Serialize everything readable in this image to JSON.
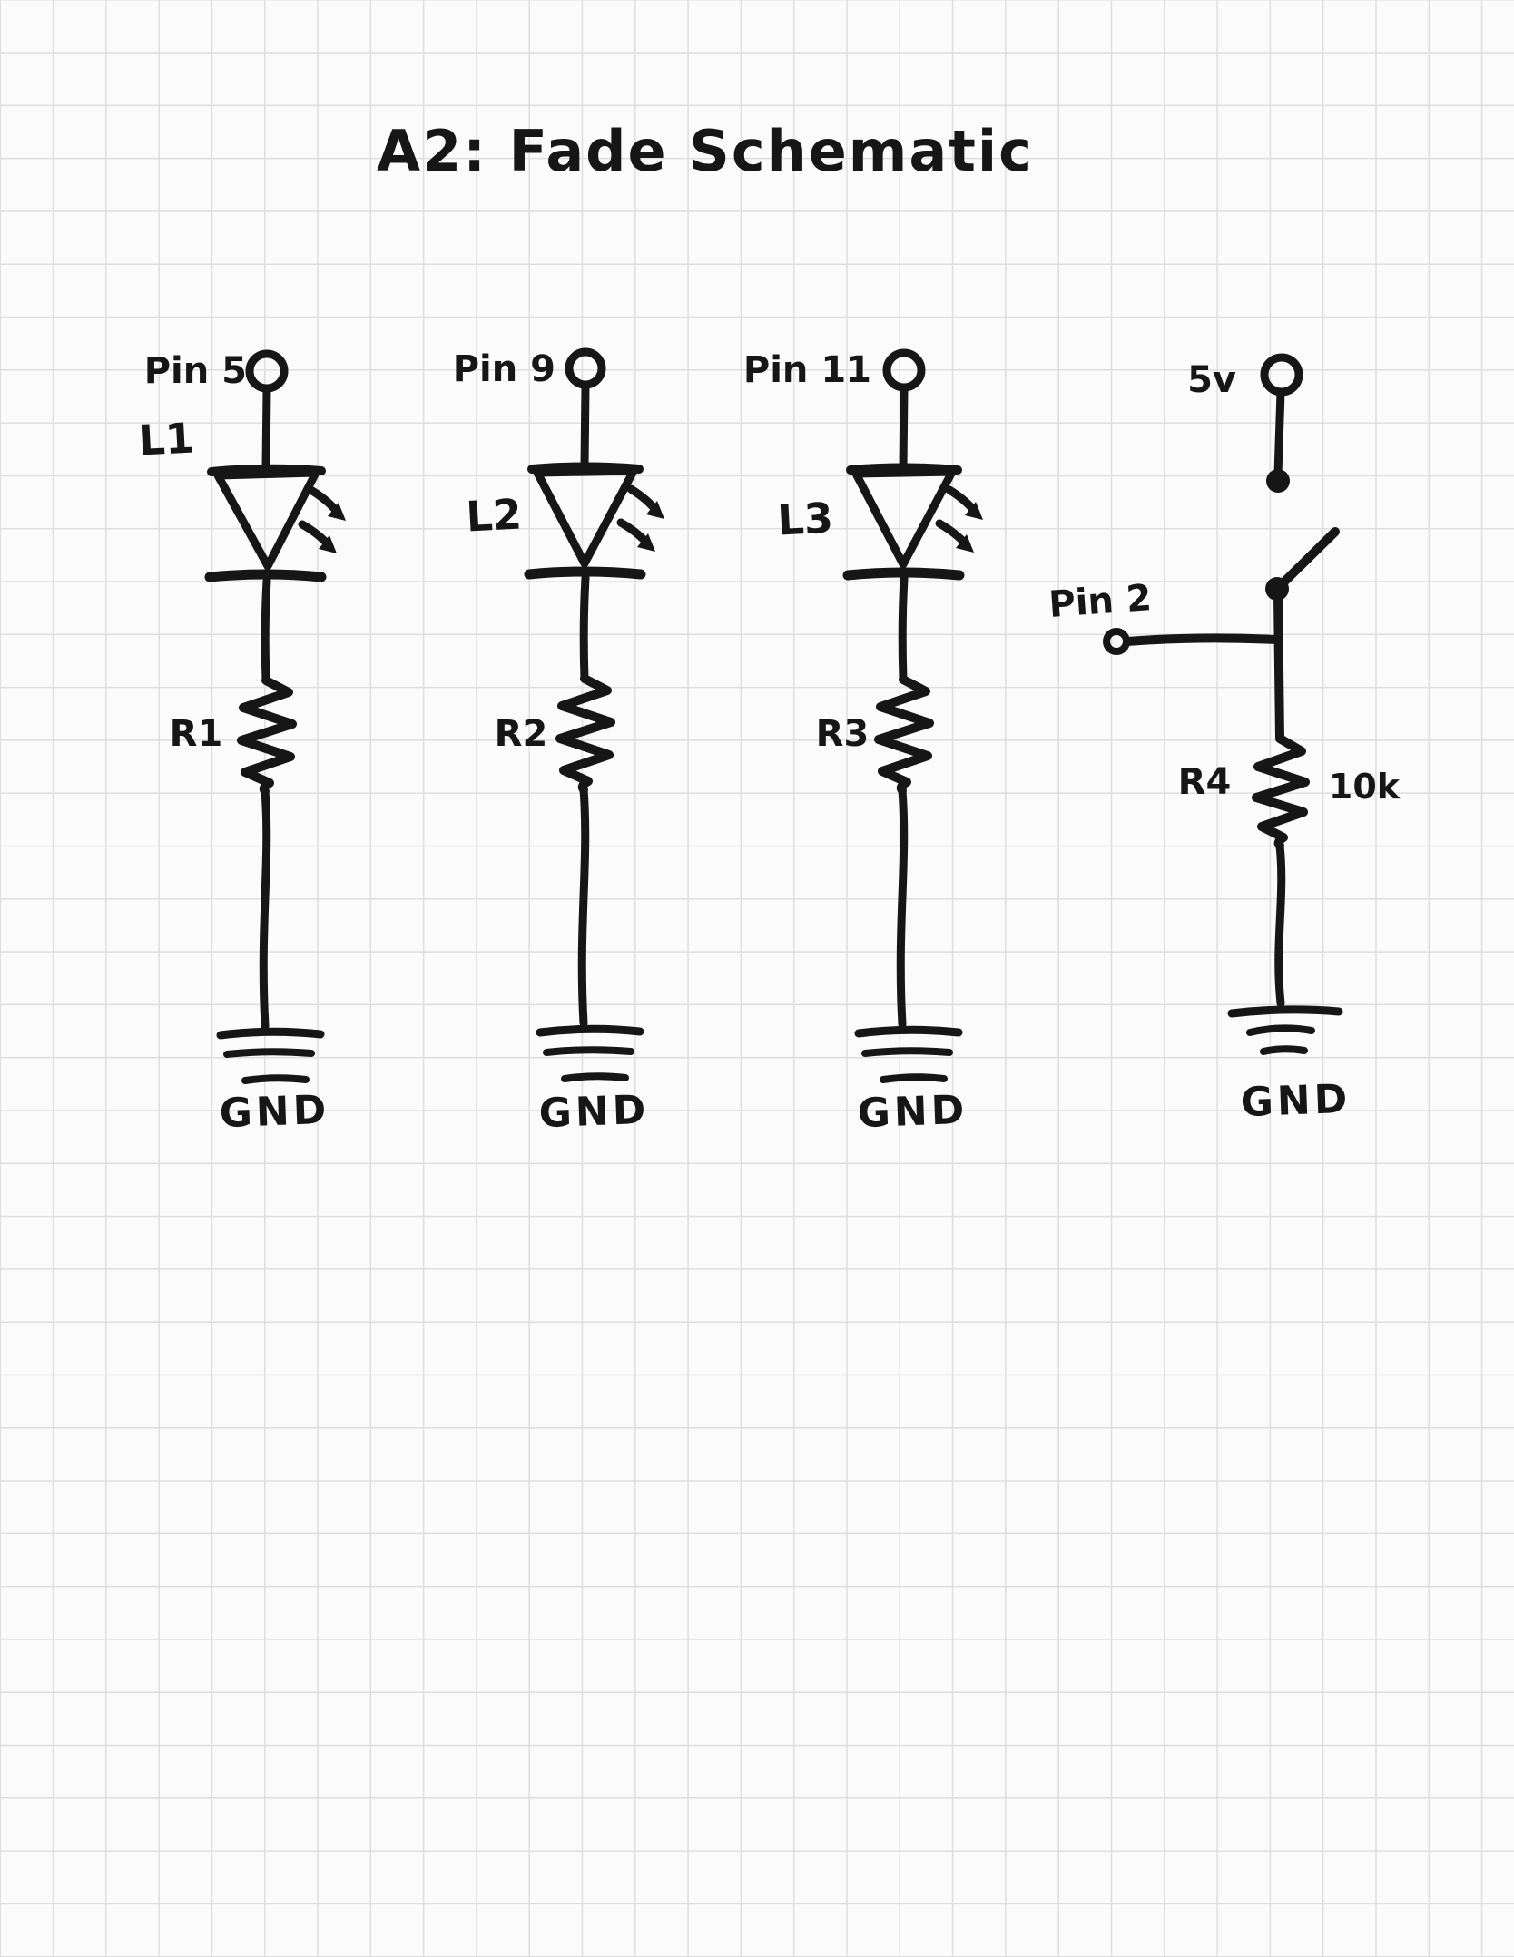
{
  "title": "A2: Fade Schematic",
  "colors": {
    "ink": "#161616",
    "paper": "#fbfbfb",
    "grid": "#dedede"
  },
  "circuits": [
    {
      "pin": "Pin 5",
      "led": "L1",
      "resistor": "R1",
      "ground": "GND"
    },
    {
      "pin": "Pin 9",
      "led": "L2",
      "resistor": "R2",
      "ground": "GND"
    },
    {
      "pin": "Pin 11",
      "led": "L3",
      "resistor": "R3",
      "ground": "GND"
    },
    {
      "power": "5v",
      "pin": "Pin 2",
      "resistor": "R4",
      "value": "10k",
      "ground": "GND"
    }
  ]
}
